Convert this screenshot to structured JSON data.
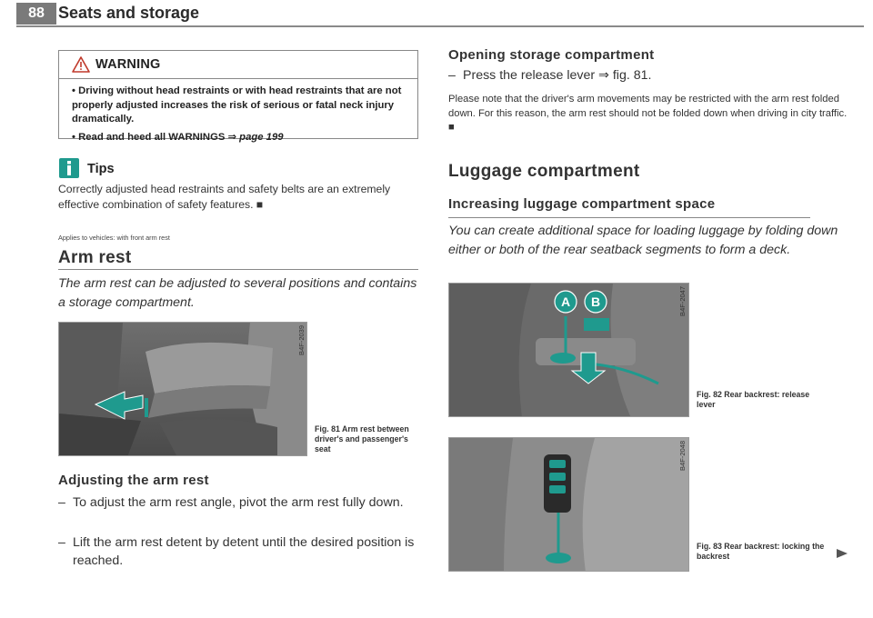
{
  "header": {
    "page_number": "88",
    "section_title": "Seats and storage"
  },
  "warning": {
    "label": "WARNING",
    "line1": "Driving without head restraints or with head restraints that are not properly adjusted increases the risk of serious or fatal neck injury dramatically.",
    "line2_prefix": "Read and heed all WARNINGS ⇒ ",
    "line2_ref": "page 199"
  },
  "tips": {
    "label": "Tips",
    "text": "Correctly adjusted head restraints and safety belts are an extremely effective combination of safety features. ■"
  },
  "applies_to": "Applies to vehicles: with front arm rest",
  "arm_rest": {
    "heading": "Arm rest",
    "intro": "The arm rest can be adjusted to several positions and contains a storage compartment.",
    "fig_code": "B4F-2039",
    "fig_caption": "Fig. 81  Arm rest between driver's and passenger's seat",
    "adjust_heading": "Adjusting the arm rest",
    "step1": "To adjust the arm rest angle, pivot the arm rest fully down.",
    "step2": "Lift the arm rest detent by detent until the desired position is reached."
  },
  "opening": {
    "heading": "Opening storage compartment",
    "step": "Press the release lever ⇒ fig. 81.",
    "note": "Please note that the driver's arm movements may be restricted with the arm rest folded down. For this reason, the arm rest should not be folded down when driving in city traffic. ■"
  },
  "luggage": {
    "heading": "Luggage compartment",
    "sub_heading": "Increasing luggage compartment space",
    "intro": "You can create additional space for loading luggage by folding down either or both of the rear seatback segments to form a deck.",
    "fig82_code": "B4F-2047",
    "fig82_caption": "Fig. 82  Rear backrest: release lever",
    "fig82_label_a": "A",
    "fig82_label_b": "B",
    "fig83_code": "B4F-2048",
    "fig83_caption": "Fig. 83  Rear backrest: locking the backrest"
  },
  "colors": {
    "teal_accent": "#1f9a8e",
    "header_gray": "#7a7a7a",
    "photo_gray": "#8c8c8c"
  },
  "icons": {
    "warning": "warning-triangle-icon",
    "tips": "info-i-icon",
    "continue": "continue-arrow-icon"
  }
}
